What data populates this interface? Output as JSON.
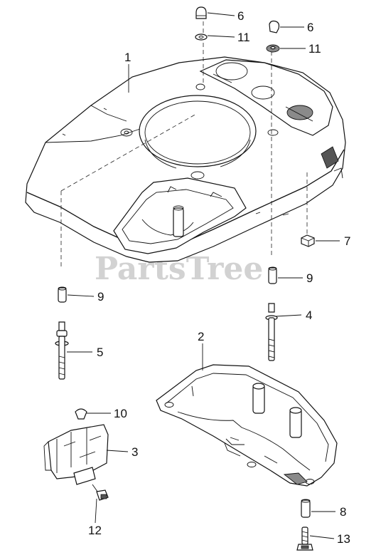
{
  "diagram": {
    "watermark": "PartsTree",
    "callouts": [
      {
        "id": "c1",
        "label": "1"
      },
      {
        "id": "c2",
        "label": "2"
      },
      {
        "id": "c3",
        "label": "3"
      },
      {
        "id": "c4",
        "label": "4"
      },
      {
        "id": "c5",
        "label": "5"
      },
      {
        "id": "c6a",
        "label": "6"
      },
      {
        "id": "c6b",
        "label": "6"
      },
      {
        "id": "c7",
        "label": "7"
      },
      {
        "id": "c8",
        "label": "8"
      },
      {
        "id": "c9a",
        "label": "9"
      },
      {
        "id": "c9b",
        "label": "9"
      },
      {
        "id": "c10",
        "label": "10"
      },
      {
        "id": "c11a",
        "label": "11"
      },
      {
        "id": "c11b",
        "label": "11"
      },
      {
        "id": "c12",
        "label": "12"
      },
      {
        "id": "c13",
        "label": "13"
      }
    ]
  }
}
